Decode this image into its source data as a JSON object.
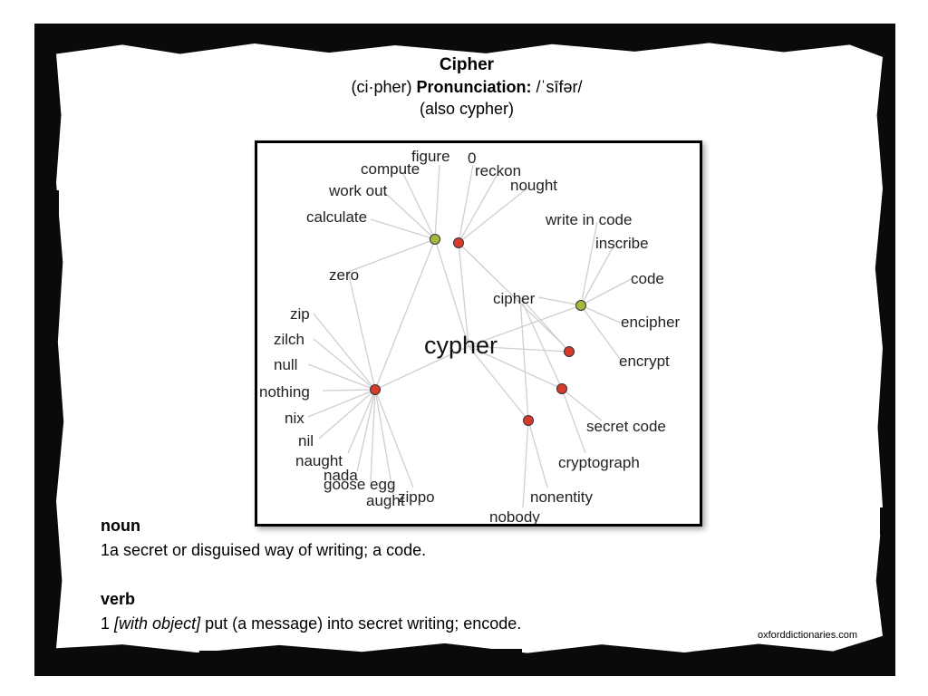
{
  "header": {
    "title": "Cipher",
    "syllables": "(ci·pher)",
    "pronunciation_label": "Pronunciation:",
    "pronunciation": "/ˈsīfər/",
    "alternate": "(also cypher)"
  },
  "graph": {
    "center_word": "cypher",
    "words": [
      "figure",
      "0",
      "compute",
      "reckon",
      "nought",
      "work out",
      "calculate",
      "write in code",
      "inscribe",
      "zero",
      "code",
      "cipher",
      "encipher",
      "zip",
      "zilch",
      "encrypt",
      "null",
      "nothing",
      "nix",
      "secret code",
      "nil",
      "naught",
      "cryptograph",
      "nada",
      "goose egg",
      "zippo",
      "aught",
      "nonentity",
      "nobody"
    ],
    "colors": {
      "green_node": "#a4b83c",
      "red_node": "#d73a2c",
      "edge": "#cfcfcf"
    }
  },
  "definitions": {
    "noun_label": "noun",
    "noun_text": "1a secret or disguised way of writing; a code.",
    "verb_label": "verb",
    "verb_number": "1",
    "verb_qualifier": "[with object]",
    "verb_text": "put (a message) into secret writing; encode."
  },
  "source": "oxforddictionaries.com"
}
